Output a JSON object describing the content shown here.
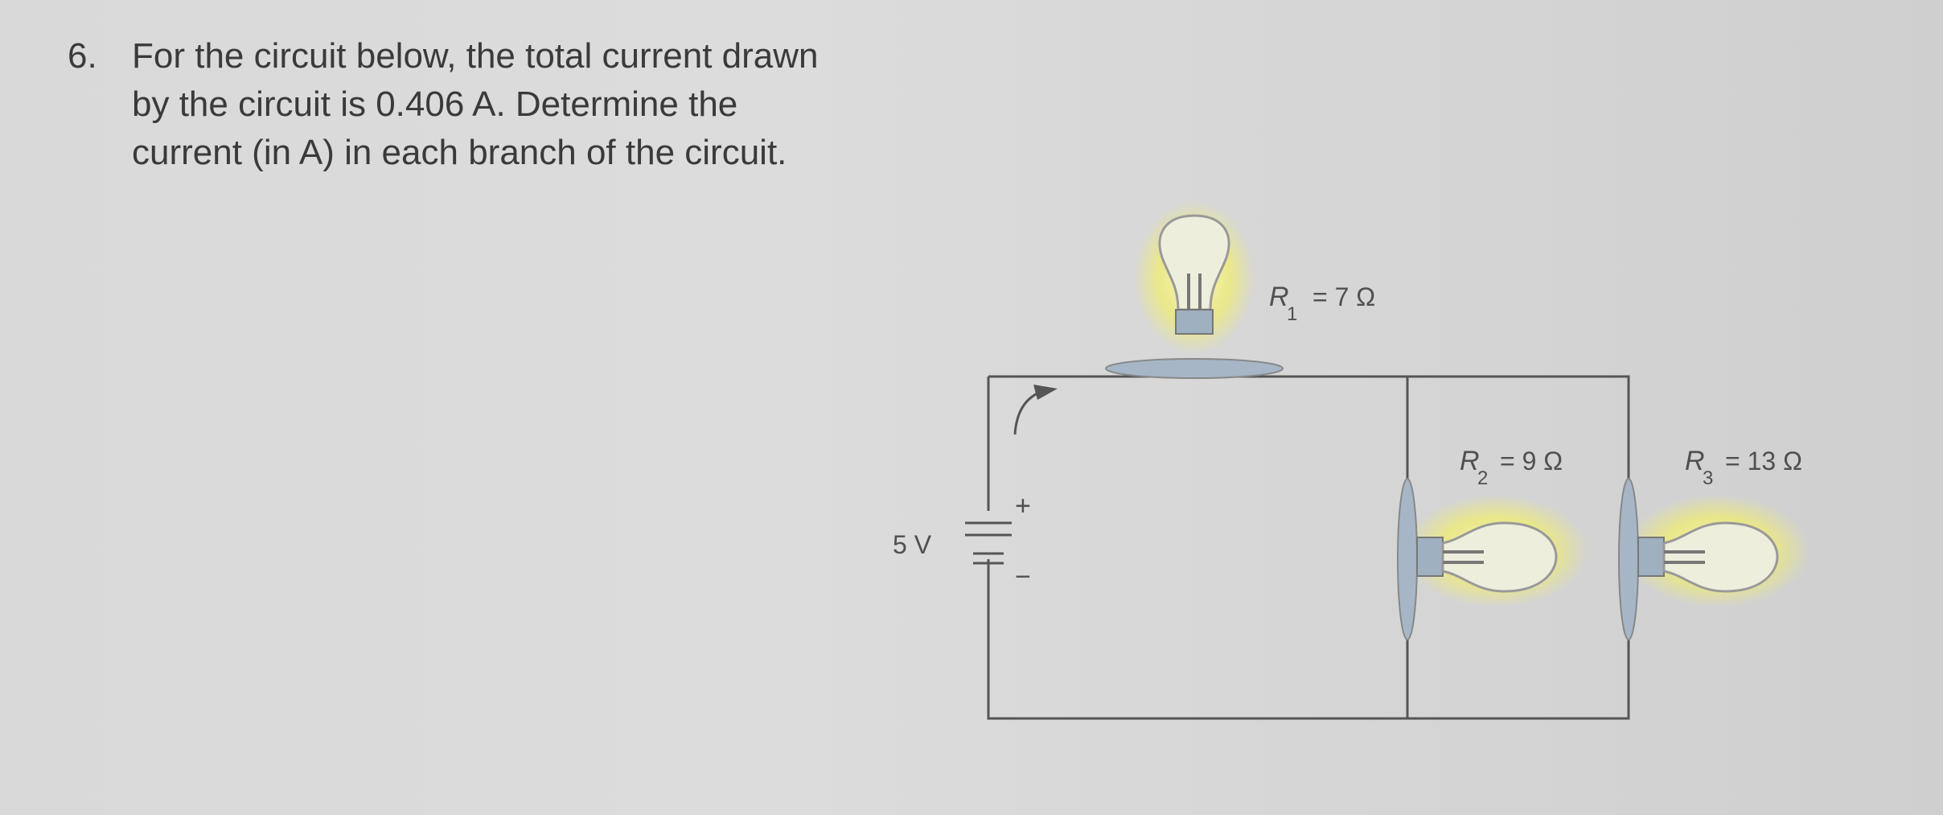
{
  "question": {
    "number": "6.",
    "lines": [
      "For the circuit below, the total current drawn",
      "by the circuit is 0.406 A. Determine the",
      "current (in A) in each branch of the circuit."
    ]
  },
  "circuit": {
    "battery": {
      "voltage_label": "5 V",
      "plus": "+",
      "minus": "−"
    },
    "resistors": [
      {
        "symbol": "R",
        "subscript": "1",
        "value": "= 7 Ω"
      },
      {
        "symbol": "R",
        "subscript": "2",
        "value": "= 9 Ω"
      },
      {
        "symbol": "R",
        "subscript": "3",
        "value": "= 13 Ω"
      }
    ],
    "colors": {
      "wire": "#555555",
      "glow": "#f2ef6a",
      "bulb": "#eeeedd"
    }
  }
}
